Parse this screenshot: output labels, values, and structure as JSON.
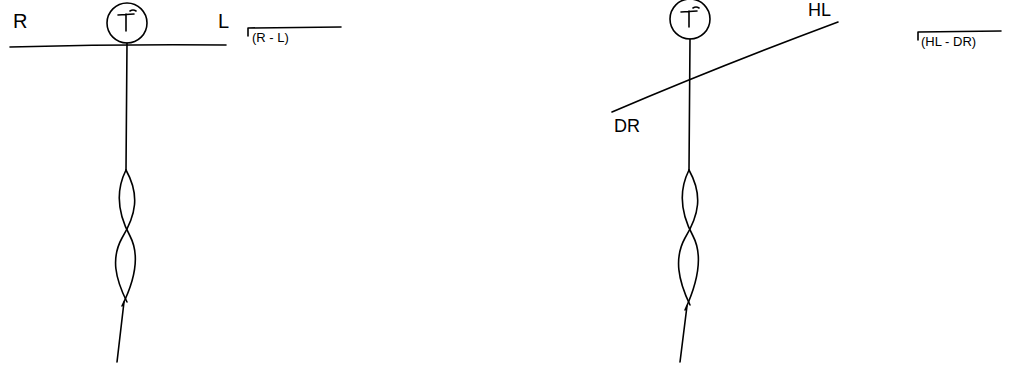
{
  "diagram": {
    "labels": [
      "R",
      "L",
      "(R - L)",
      "HL",
      "DR",
      "(HL - DR)"
    ]
  }
}
